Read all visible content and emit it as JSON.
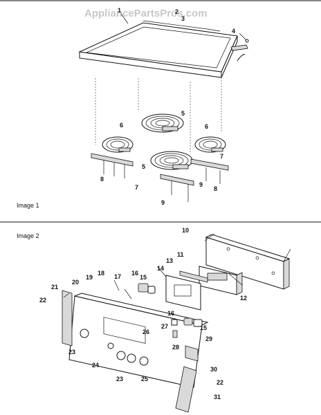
{
  "watermark": "AppliancePartsPros.com",
  "sections": [
    {
      "label": "Image 1"
    },
    {
      "label": "Image 2"
    }
  ],
  "callouts_image1": [
    "1",
    "2",
    "3",
    "4",
    "5",
    "6",
    "6",
    "5",
    "7",
    "7",
    "8",
    "8",
    "9",
    "9"
  ],
  "callouts_image2": [
    "10",
    "11",
    "12",
    "13",
    "14",
    "15",
    "15",
    "16",
    "16",
    "17",
    "18",
    "19",
    "20",
    "21",
    "22",
    "22",
    "23",
    "23",
    "24",
    "25",
    "26",
    "27",
    "28",
    "29",
    "30",
    "31"
  ]
}
